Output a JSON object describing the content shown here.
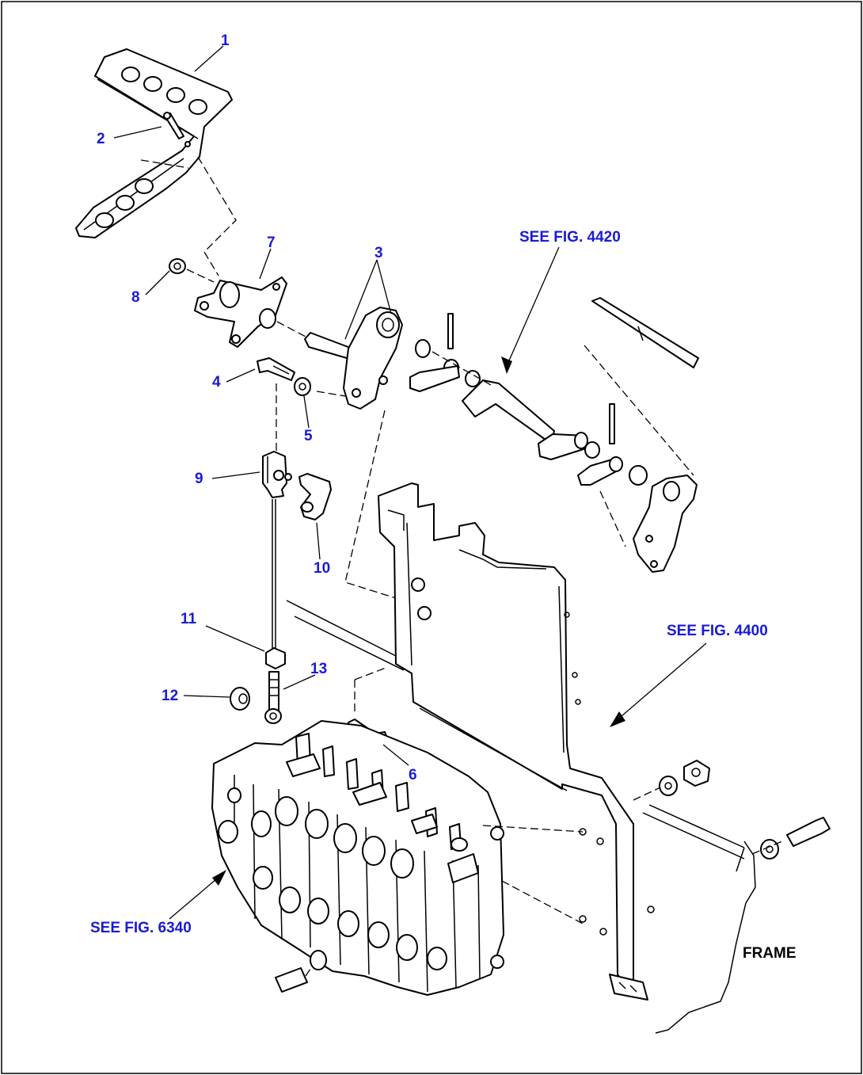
{
  "callouts": {
    "c1": "1",
    "c2": "2",
    "c3": "3",
    "c4": "4",
    "c5": "5",
    "c6": "6",
    "c7": "7",
    "c8": "8",
    "c9": "9",
    "c10": "10",
    "c11": "11",
    "c12": "12",
    "c13": "13"
  },
  "references": {
    "fig4420": "SEE FIG. 4420",
    "fig4400": "SEE FIG. 4400",
    "fig6340": "SEE FIG. 6340"
  },
  "labels": {
    "frame": "FRAME"
  },
  "colors": {
    "callout": "#1a1ad6",
    "line": "#000000",
    "background": "#ffffff"
  }
}
